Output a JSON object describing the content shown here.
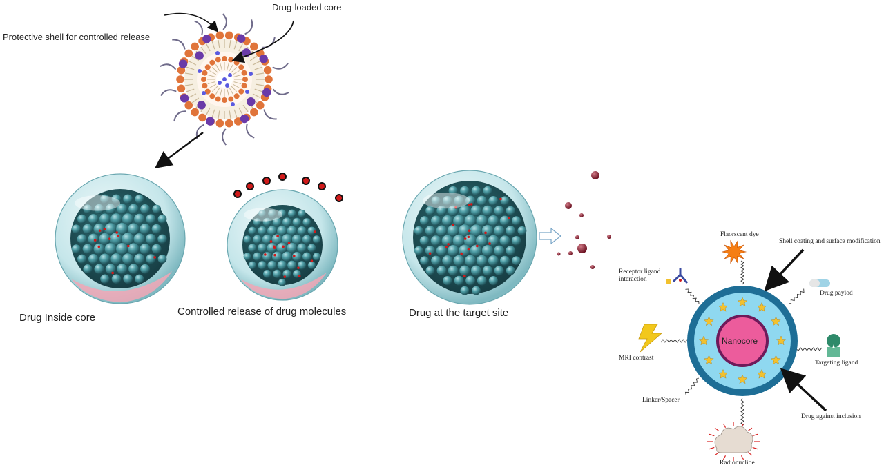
{
  "colors": {
    "lipid_head": "#e0743a",
    "lipid_tail": "#c8b898",
    "drug_purple": "#6a3aa8",
    "sphere_teal": "#3e8a92",
    "sphere_dark": "#1f5a62",
    "bubble": "#cfe9ec",
    "drug_red": "#d11a1a",
    "shell_dark_blue": "#1e6e96",
    "shell_light_blue": "#8fd8f0",
    "core_pink": "#ec5c9c",
    "star_yellow": "#f2c12e"
  },
  "liposome": {
    "shell_label": "Protective shell for controlled release",
    "core_label": "Drug-loaded core"
  },
  "stages": {
    "inside": "Drug Inside core",
    "release": "Controlled release of drug molecules",
    "target": "Drug at the target site"
  },
  "nanoparticle": {
    "core": "Nanocore",
    "fluorescent": "Flaorscent dye",
    "shell_coating": "Shell coating and surface modification",
    "receptor": "Receptor ligand interaction",
    "drug_payload": "Drug paylod",
    "mri": "MRI contrast",
    "targeting": "Targeting ligand",
    "linker": "Linker/Spacer",
    "drug_against": "Drug against inclusion",
    "radionuclide": "Radionuclide"
  }
}
